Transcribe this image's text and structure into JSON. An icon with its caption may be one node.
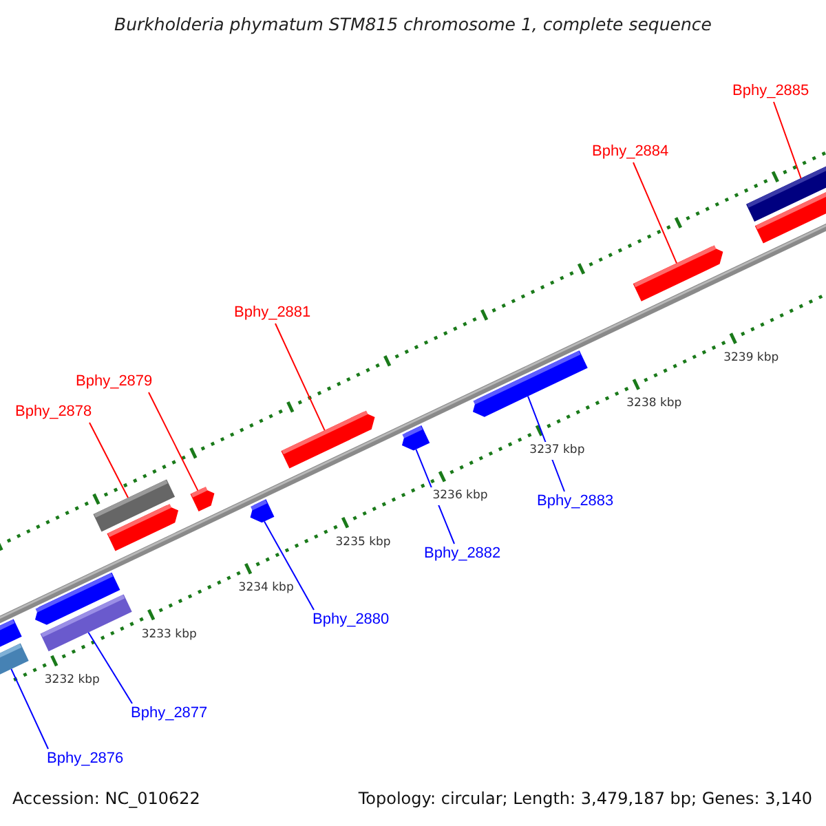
{
  "diagram": {
    "title": "Burkholderia phymatum STM815 chromosome 1, complete sequence",
    "nodes": [
      {
        "text": [
          "Bphy_2885"
        ]
      },
      {
        "text": [
          "Bphy_2884"
        ]
      },
      {
        "text": [
          "Bphy_2881"
        ]
      },
      {
        "text": [
          "Bphy_2879"
        ]
      },
      {
        "text": [
          "Bphy_2878"
        ]
      },
      {
        "text": [
          "Bphy_2883"
        ]
      },
      {
        "text": [
          "Bphy_2882"
        ]
      },
      {
        "text": [
          "Bphy_2880"
        ]
      },
      {
        "text": [
          "Bphy_2877"
        ]
      },
      {
        "text": [
          "Bphy_2876"
        ]
      },
      {
        "text": [],
        "shape": "box"
      },
      {
        "text": [],
        "shape": "arrow"
      },
      {
        "text": [],
        "shape": "arrow"
      },
      {
        "text": [],
        "shape": "box"
      },
      {
        "text": [],
        "shape": "arrow"
      },
      {
        "text": [],
        "shape": "box"
      },
      {
        "text": [],
        "shape": "arrow"
      },
      {
        "text": [],
        "shape": "arrow"
      },
      {
        "text": [],
        "shape": "arrow"
      },
      {
        "text": [],
        "shape": "arrow"
      },
      {
        "text": [],
        "shape": "arrow"
      },
      {
        "text": [],
        "shape": "arrow"
      },
      {
        "text": [],
        "shape": "box"
      },
      {
        "text": [],
        "shape": "arrow"
      }
    ],
    "edges": [
      {
        "from": 0,
        "to": 22,
        "arrow": "none"
      },
      {
        "from": 1,
        "to": 21,
        "arrow": "none"
      },
      {
        "from": 2,
        "to": 18,
        "arrow": "none"
      },
      {
        "from": 3,
        "to": 16,
        "arrow": "none"
      },
      {
        "from": 4,
        "to": 15,
        "arrow": "none"
      },
      {
        "from": 5,
        "to": 20,
        "arrow": "none",
        "color": "#0000ff"
      },
      {
        "from": 6,
        "to": 19,
        "arrow": "none",
        "color": "#0000ff"
      },
      {
        "from": 7,
        "to": 17,
        "arrow": "none",
        "color": "#0000ff"
      },
      {
        "from": 8,
        "to": 13,
        "arrow": "none",
        "color": "#0000ff"
      },
      {
        "from": 9,
        "to": 10,
        "arrow": "none",
        "color": "#0000ff"
      }
    ],
    "labels": [
      "3239 kbp",
      "3238 kbp",
      "3237 kbp",
      "3236 kbp",
      "3235 kbp",
      "3234 kbp",
      "3233 kbp",
      "3232 kbp",
      "Accession: NC_010622",
      "Topology: circular; Length: 3,479,187 bp; Genes: 3,140"
    ]
  }
}
